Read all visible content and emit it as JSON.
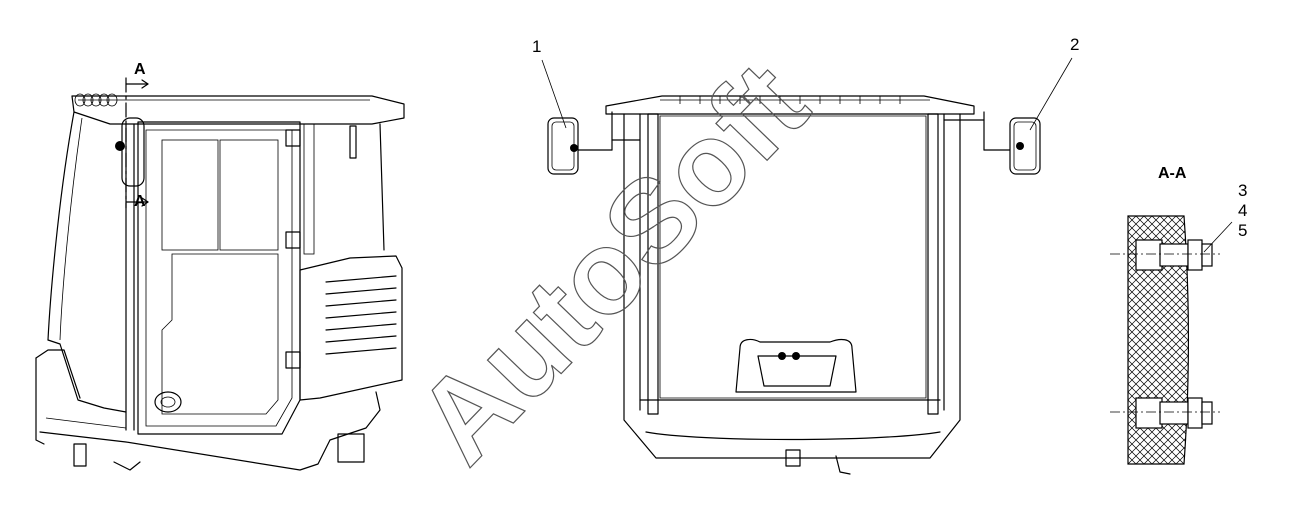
{
  "watermark": "AutoSoft",
  "section_marks": {
    "top": "A",
    "bottom": "A",
    "section_title": "A-A"
  },
  "callouts": {
    "c1": "1",
    "c2": "2",
    "c3": "3",
    "c4": "4",
    "c5": "5"
  }
}
